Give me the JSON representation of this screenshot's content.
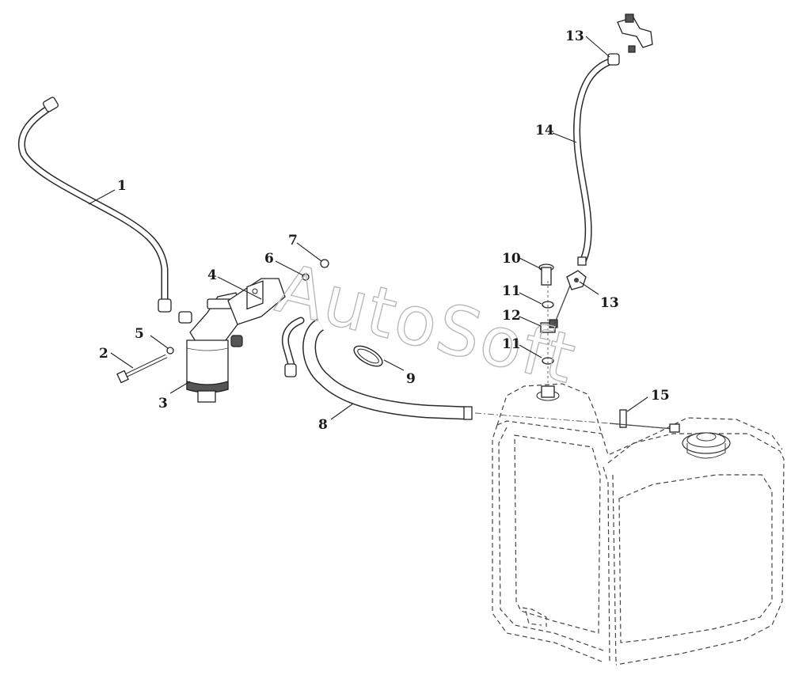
{
  "watermark": "AutoSoft",
  "callouts": [
    {
      "id": "c1",
      "label": "1"
    },
    {
      "id": "c2",
      "label": "2"
    },
    {
      "id": "c3",
      "label": "3"
    },
    {
      "id": "c4",
      "label": "4"
    },
    {
      "id": "c5",
      "label": "5"
    },
    {
      "id": "c6",
      "label": "6"
    },
    {
      "id": "c7",
      "label": "7"
    },
    {
      "id": "c8",
      "label": "8"
    },
    {
      "id": "c9",
      "label": "9"
    },
    {
      "id": "c10",
      "label": "10"
    },
    {
      "id": "c11a",
      "label": "11"
    },
    {
      "id": "c11b",
      "label": "11"
    },
    {
      "id": "c12",
      "label": "12"
    },
    {
      "id": "c13a",
      "label": "13"
    },
    {
      "id": "c13b",
      "label": "13"
    },
    {
      "id": "c14",
      "label": "14"
    },
    {
      "id": "c15",
      "label": "15"
    }
  ]
}
